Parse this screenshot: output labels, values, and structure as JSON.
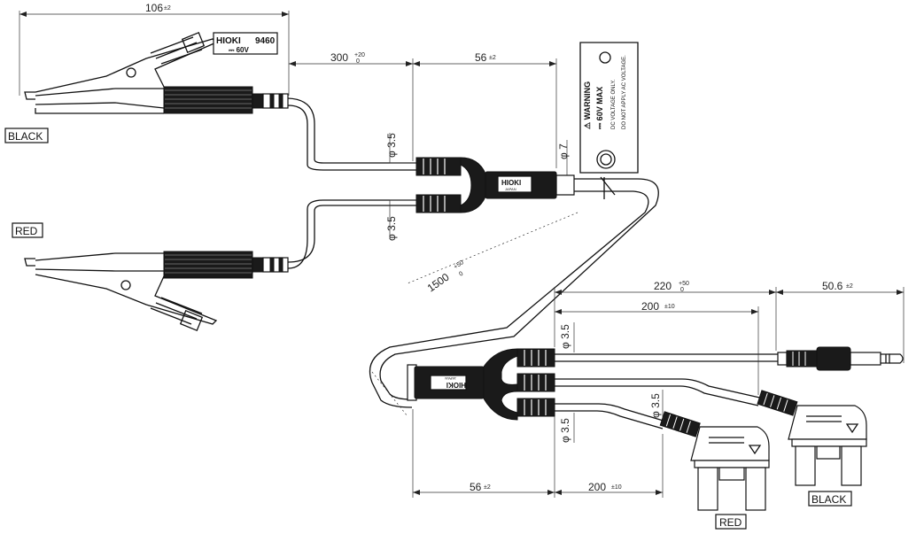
{
  "dimensions": {
    "top_length": {
      "value": "106",
      "tol": "±2"
    },
    "cable_300": {
      "value": "300",
      "tol_up": "+20",
      "tol_dn": "0"
    },
    "sleeve_56_top": {
      "value": "56",
      "tol": "±2"
    },
    "dia_7": "φ 7",
    "dia_35_a": "φ 3.5",
    "dia_35_b": "φ 3.5",
    "dia_35_c": "φ 3.5",
    "dia_35_d": "φ 3.5",
    "dia_35_e": "φ 3.5",
    "cable_1500": {
      "value": "1500",
      "tol_up": "+50",
      "tol_dn": "0"
    },
    "cable_220": {
      "value": "220",
      "tol_up": "+50",
      "tol_dn": "0"
    },
    "plug_50_6": {
      "value": "50.6",
      "tol": "±2"
    },
    "cable_200_top": {
      "value": "200",
      "tol": "±10"
    },
    "sleeve_56_bottom": {
      "value": "56",
      "tol": "±2"
    },
    "cable_200_bottom": {
      "value": "200",
      "tol": "±10"
    }
  },
  "labels": {
    "black_clip": "BLACK",
    "red_clip": "RED",
    "red_plug": "RED",
    "black_plug": "BLACK"
  },
  "badge": {
    "brand": "HIOKI",
    "model": "9460",
    "voltage": "⎓ 60V"
  },
  "tag": {
    "line1": "⚠ WARNING",
    "line2": "⎓ 60V MAX",
    "line3": "DC VOLTAGE ONLY.",
    "line4": "DO NOT APPLY AC VOLTAGE."
  },
  "splitter_top": {
    "brand": "HIOKI",
    "origin": "JAPAN"
  },
  "splitter_bottom": {
    "brand": "HIOKI",
    "origin": "JAPAN"
  }
}
